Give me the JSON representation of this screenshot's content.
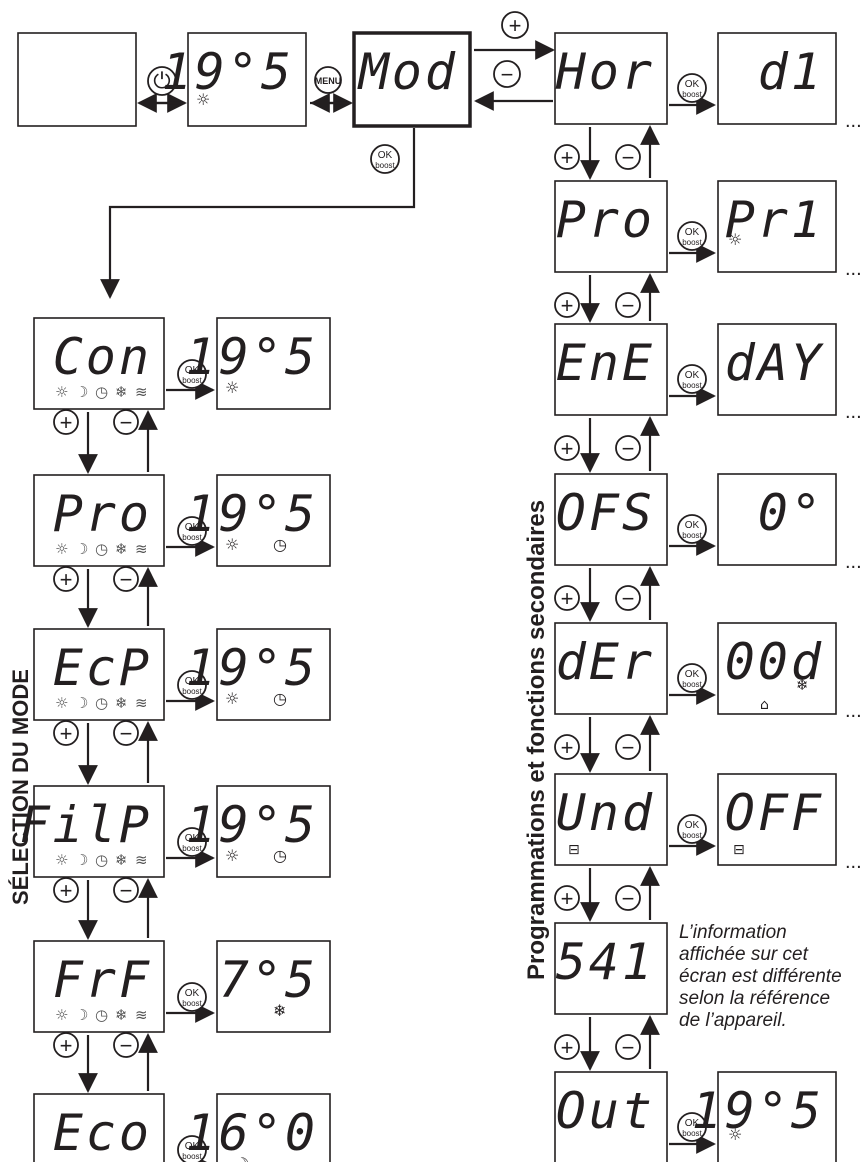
{
  "top": {
    "blank": "",
    "temp": "19°5",
    "mod": "Mod"
  },
  "modes": [
    {
      "left": "Con",
      "right": "19°5"
    },
    {
      "left": "Pro",
      "right": "19°5"
    },
    {
      "left": "EcP",
      "right": "19°5"
    },
    {
      "left": "FilP",
      "right": "19°5"
    },
    {
      "left": "FrF",
      "right": "7°5"
    },
    {
      "left": "Eco",
      "right": "16°0"
    }
  ],
  "functions": [
    {
      "left": "Hor",
      "right": "d1"
    },
    {
      "left": "Pro",
      "right": "Pr1"
    },
    {
      "left": "EnE",
      "right": "dAY"
    },
    {
      "left": "OFS",
      "right": "0°"
    },
    {
      "left": "dEr",
      "right": "00d"
    },
    {
      "left": "Und",
      "right": "OFF"
    },
    {
      "left": "541",
      "right": ""
    },
    {
      "left": "Out",
      "right": "19°5"
    }
  ],
  "labels": {
    "mode_section": "SÉLECTION DU MODE",
    "functions_section": "Programmations et fonctions secondaires",
    "note_lines": [
      "L’information",
      "affichée sur cet",
      "écran est différente",
      "selon la référence",
      "de l’appareil."
    ],
    "ellipsis": "...",
    "plus": "+",
    "minus": "−",
    "ok_line1": "OK",
    "ok_line2": "boost",
    "menu": "MENU",
    "power": "⏻"
  },
  "icons": {
    "sun": "sun-icon",
    "moon": "moon-icon",
    "clock": "clock-icon",
    "snowflake": "snowflake-icon",
    "heat": "heat-waves-icon",
    "briefcase": "briefcase-icon",
    "window": "window-icon"
  }
}
